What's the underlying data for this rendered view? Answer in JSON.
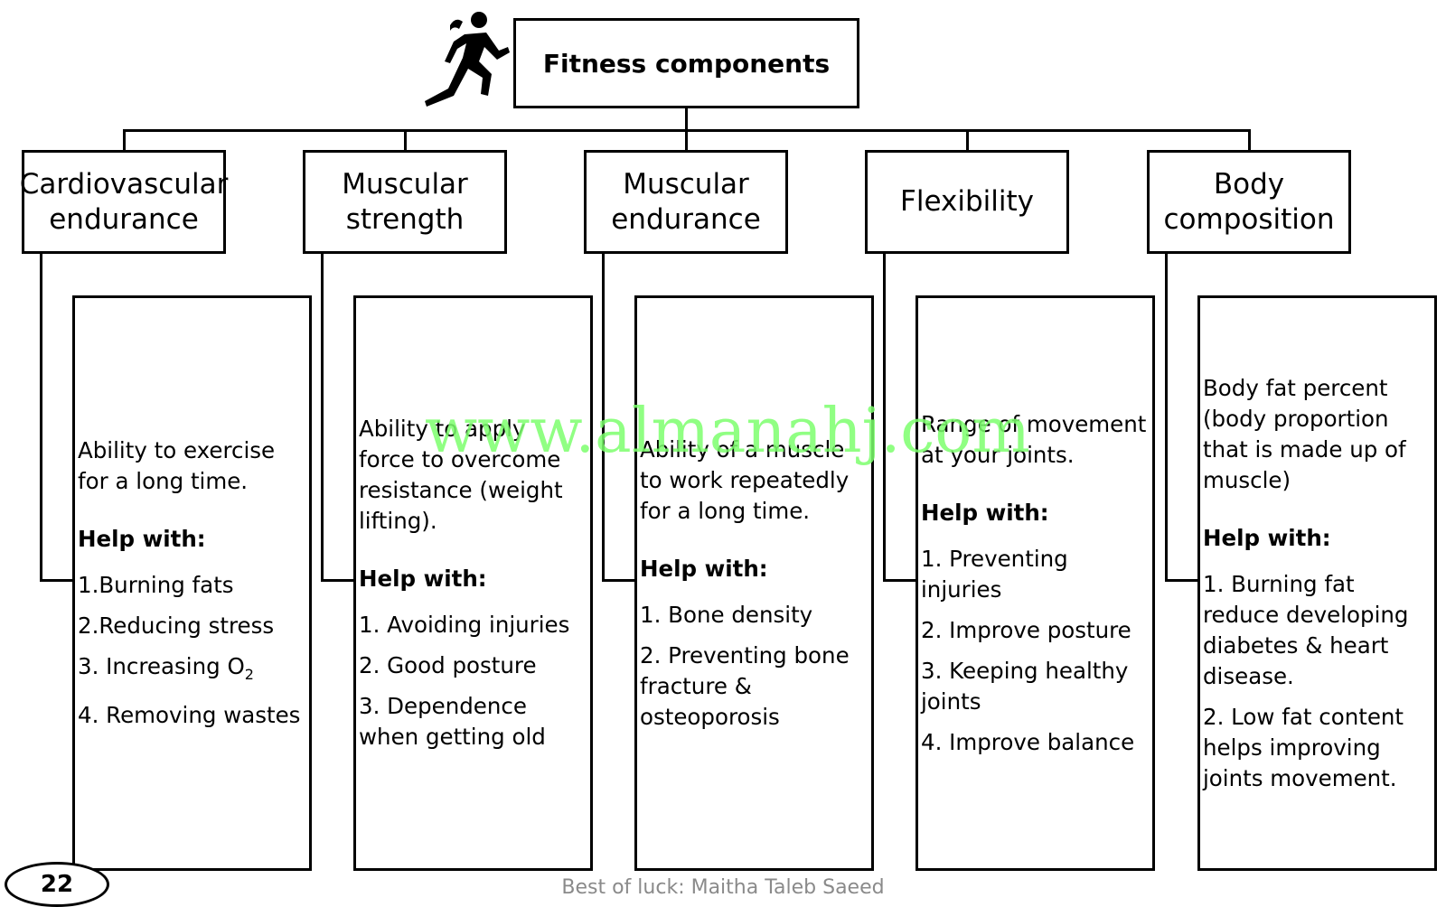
{
  "title": "Fitness components",
  "components": [
    {
      "name": "Cardiovascular\nendurance",
      "description": "Ability to exercise\nfor a long time.",
      "help_label": "Help with:",
      "items": [
        "1.Burning fats",
        "2.Reducing stress",
        "3. Increasing O",
        "4. Removing wastes"
      ],
      "subscript": "2"
    },
    {
      "name": "Muscular\nstrength",
      "description": "Ability to apply\nforce to overcome\nresistance (weight\nlifting).",
      "help_label": "Help with:",
      "items": [
        "1. Avoiding injuries",
        "2. Good posture",
        "3. Dependence\nwhen getting old"
      ]
    },
    {
      "name": "Muscular\nendurance",
      "description": "Ability of a muscle\nto work repeatedly\nfor a long time.",
      "help_label": "Help with:",
      "items": [
        "1. Bone density",
        "2. Preventing bone\nfracture &\nosteoporosis"
      ]
    },
    {
      "name": "Flexibility",
      "description": "Range of movement\nat your joints.",
      "help_label": "Help with:",
      "items": [
        "1. Preventing\ninjuries",
        "2. Improve posture",
        "3. Keeping healthy\njoints",
        "4. Improve balance"
      ]
    },
    {
      "name": "Body\ncomposition",
      "description": "Body fat percent\n(body proportion\nthat is made up of\nmuscle)",
      "help_label": "Help with:",
      "items": [
        "1. Burning fat\nreduce developing\ndiabetes & heart\ndisease.",
        "2. Low fat content\nhelps improving\njoints movement."
      ]
    }
  ],
  "page_number": "22",
  "credit": "Best of luck: Maitha Taleb Saeed",
  "watermark": "www.almanahj.com",
  "runner_icon": "runner-icon"
}
